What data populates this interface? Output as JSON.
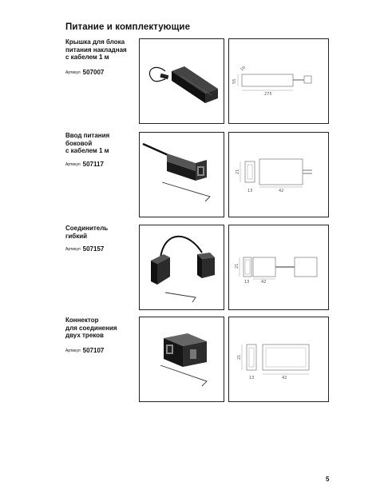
{
  "page_title": "Питание и комплектующие",
  "article_label": "Артикул",
  "items": [
    {
      "name": "Крышка для блока\nпитания накладная\nс кабелем 1 м",
      "article": "507007",
      "dims": [
        "55",
        "16",
        "275"
      ]
    },
    {
      "name": "Ввод питания\nбоковой\nс кабелем 1 м",
      "article": "507117",
      "dims": [
        "21",
        "13",
        "42"
      ]
    },
    {
      "name": "Соединитель\nгибкий",
      "article": "507157",
      "dims": [
        "21",
        "13",
        "42"
      ]
    },
    {
      "name": "Коннектор\nдля соединения\nдвух треков",
      "article": "507107",
      "dims": [
        "21",
        "13",
        "42"
      ]
    }
  ],
  "page_number": "5"
}
